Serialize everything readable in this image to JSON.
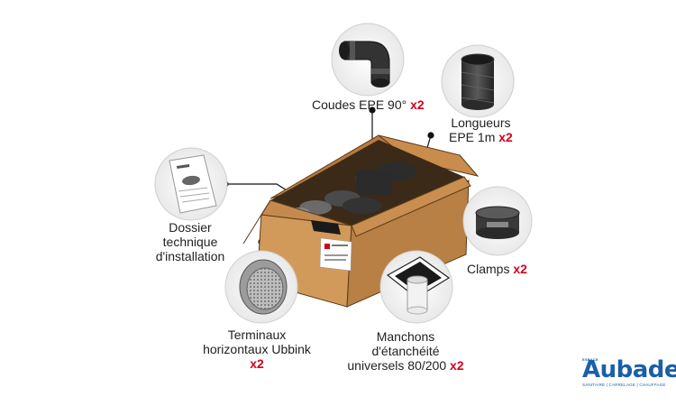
{
  "items": {
    "coudes": {
      "label": "Coudes EPE 90°",
      "qty": "x2"
    },
    "longueurs": {
      "line1": "Longueurs",
      "line2": "EPE 1m",
      "qty": "x2"
    },
    "dossier": {
      "line1": "Dossier",
      "line2": "technique",
      "line3": "d'installation"
    },
    "clamps": {
      "label": "Clamps",
      "qty": "x2"
    },
    "terminaux": {
      "line1": "Terminaux",
      "line2": "horizontaux Ubbink",
      "qty": "x2"
    },
    "manchons": {
      "line1": "Manchons",
      "line2": "d'étanchéité",
      "line3": "universels 80/200",
      "qty": "x2"
    }
  },
  "logo": {
    "prefix": "ESPACE",
    "brand": "Aubade",
    "tagline": "SANITAIRE | CARRELAGE | CHAUFFAGE"
  },
  "colors": {
    "accent_qty": "#d2001a",
    "brand_blue": "#1a5fa8",
    "box_cardboard": "#d29a5a"
  }
}
